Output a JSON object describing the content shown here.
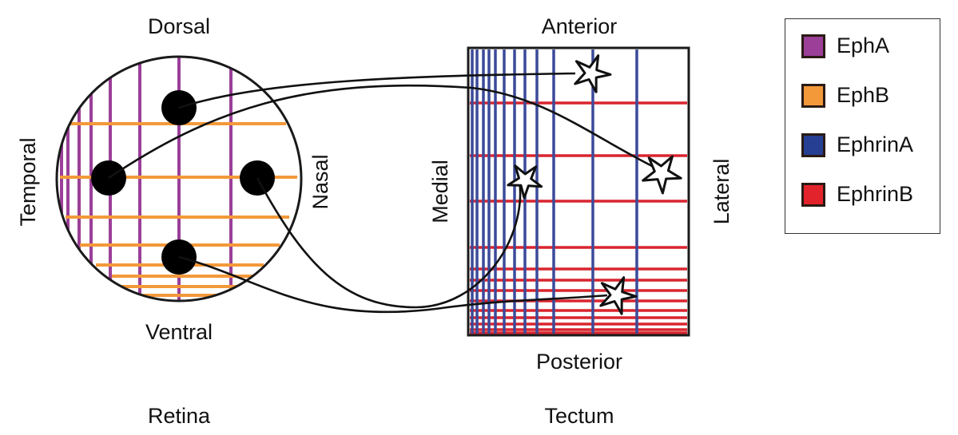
{
  "retina": {
    "title": "Retina",
    "labels": {
      "top": "Dorsal",
      "bottom": "Ventral",
      "left": "Temporal",
      "right": "Nasal"
    }
  },
  "tectum": {
    "title": "Tectum",
    "labels": {
      "top": "Anterior",
      "bottom": "Posterior",
      "left": "Medial",
      "right": "Lateral"
    }
  },
  "legend": {
    "items": [
      {
        "label": "EphA",
        "color": "#9b3f98"
      },
      {
        "label": "EphB",
        "color": "#f3993a"
      },
      {
        "label": "EphrinA",
        "color": "#273f93"
      },
      {
        "label": "EphrinB",
        "color": "#e3232b"
      }
    ]
  },
  "colors": {
    "epha": "#9b3f98",
    "ephb": "#f3993a",
    "ephrina": "#3b4a9a",
    "ephrinb": "#d9252f",
    "outline": "#1a1a1a"
  }
}
